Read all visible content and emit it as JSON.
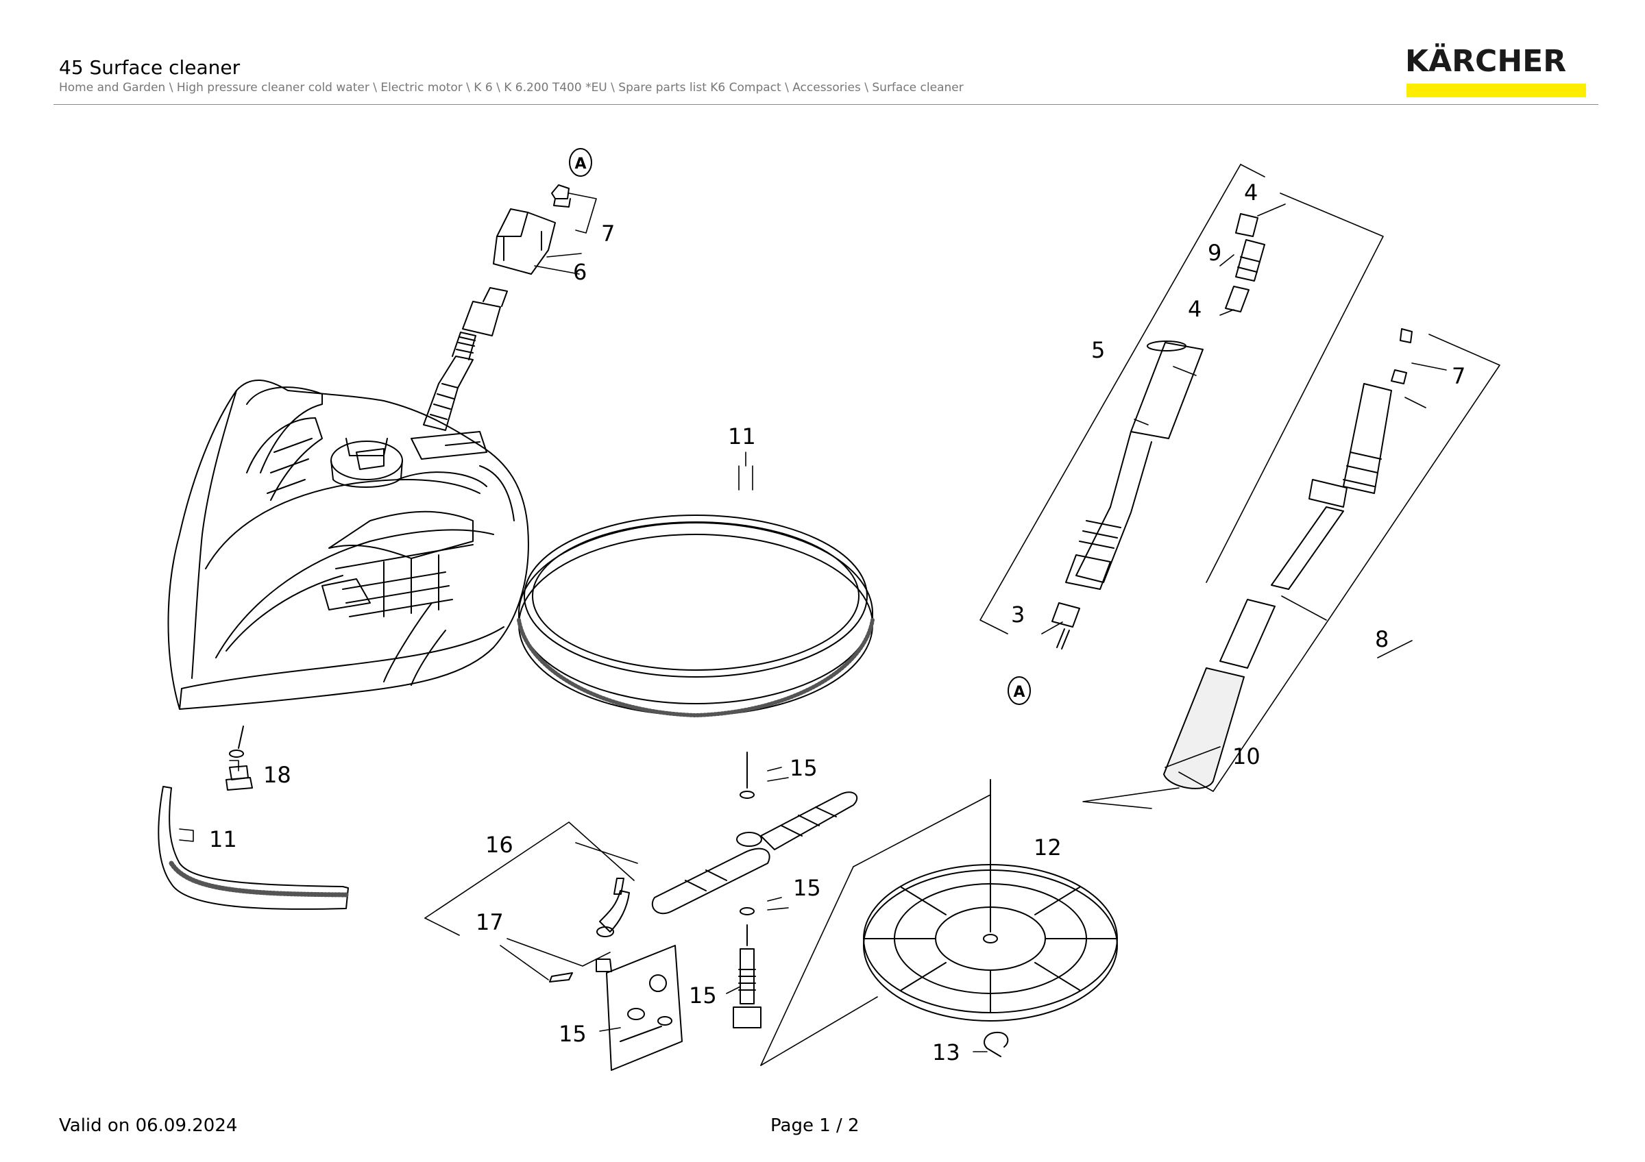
{
  "header": {
    "title": "45 Surface cleaner",
    "breadcrumb": "Home and Garden \\ High pressure cleaner cold water \\ Electric motor \\ K 6 \\ K 6.200 T400 *EU \\ Spare parts list K6 Compact \\ Accessories \\ Surface cleaner"
  },
  "logo": {
    "text": "KÄRCHER",
    "bar_color": "#ffed00"
  },
  "footer": {
    "valid": "Valid on 06.09.2024",
    "page": "Page 1 / 2"
  },
  "callouts": {
    "c1": "A",
    "c2": "A",
    "p7a": "7",
    "p6": "6",
    "p11a": "11",
    "p18": "18",
    "p11b": "11",
    "p16": "16",
    "p17": "17",
    "p15a": "15",
    "p15b": "15",
    "p15c": "15",
    "p15d": "15",
    "p12": "12",
    "p13": "13",
    "p4a": "4",
    "p9": "9",
    "p4b": "4",
    "p5": "5",
    "p3": "3",
    "p7b": "7",
    "p8": "8",
    "p10": "10"
  }
}
